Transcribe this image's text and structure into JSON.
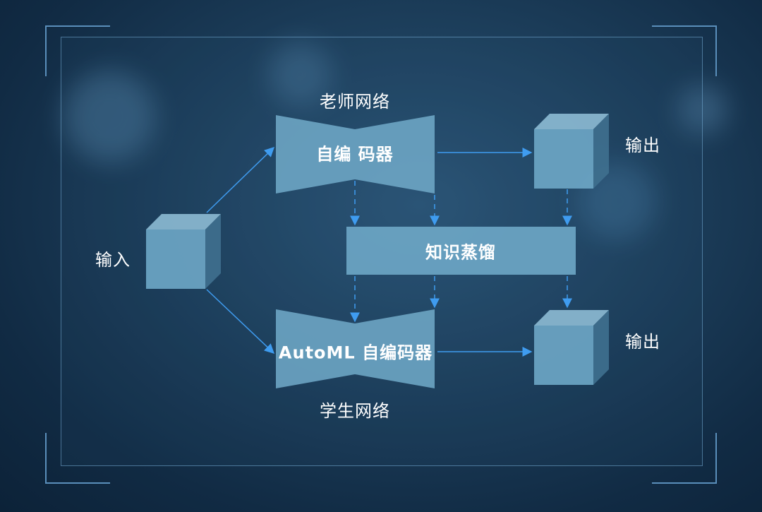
{
  "labels": {
    "input": "输入",
    "teacher_network": "老师网络",
    "teacher_encoder": "自编 码器",
    "output_top": "输出",
    "distillation": "知识蒸馏",
    "student_encoder": "AutoML 自编码器",
    "student_network": "学生网络",
    "output_bottom": "输出"
  },
  "colors": {
    "arrow": "#3f9cf0",
    "block_fill": "#6ea7c6",
    "frame": "#5a8fbb"
  }
}
